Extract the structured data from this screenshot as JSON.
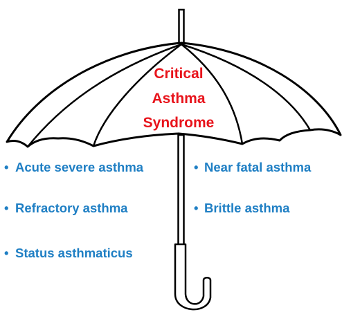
{
  "title": {
    "lines": [
      "Critical",
      "Asthma",
      "Syndrome"
    ],
    "color": "#e8141c"
  },
  "items": {
    "bullet": "•",
    "color": "#1f7fc4",
    "left": [
      "Acute severe asthma",
      "Refractory asthma",
      "Status asthmaticus"
    ],
    "right": [
      "Near fatal asthma",
      "Brittle asthma"
    ]
  },
  "umbrella": {
    "stroke_color": "#000000",
    "canopy_color": "#ffffff"
  }
}
